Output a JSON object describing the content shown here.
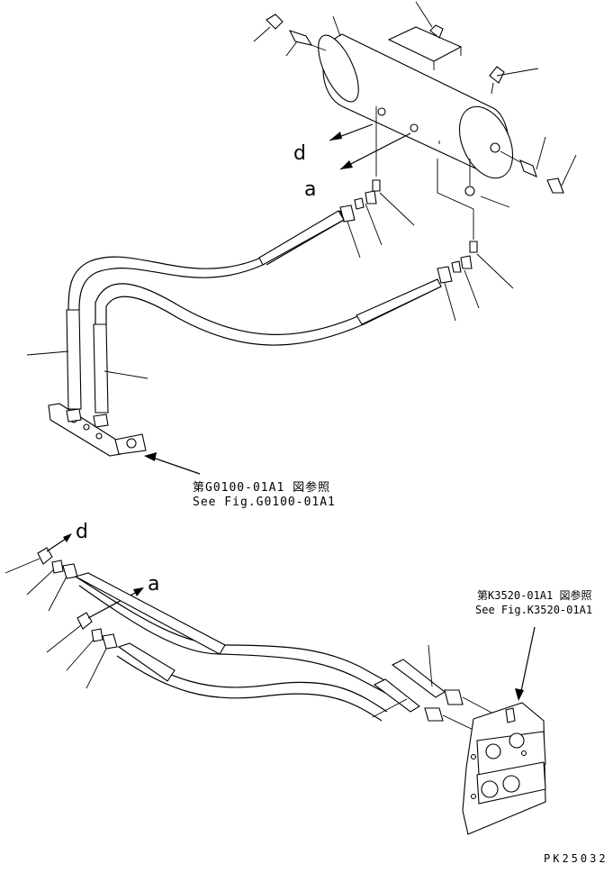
{
  "callouts": {
    "d_top": "d",
    "a_top": "a",
    "d_bottom": "d",
    "a_bottom": "a"
  },
  "references": {
    "g0100_jp": "第G0100-01A1 図参照",
    "g0100_en": "See Fig.G0100-01A1",
    "k3520_jp": "第K3520-01A1 図参照",
    "k3520_en": "See Fig.K3520-01A1"
  },
  "drawing_number": "PK25032",
  "colors": {
    "line": "#000000",
    "background": "#ffffff"
  }
}
